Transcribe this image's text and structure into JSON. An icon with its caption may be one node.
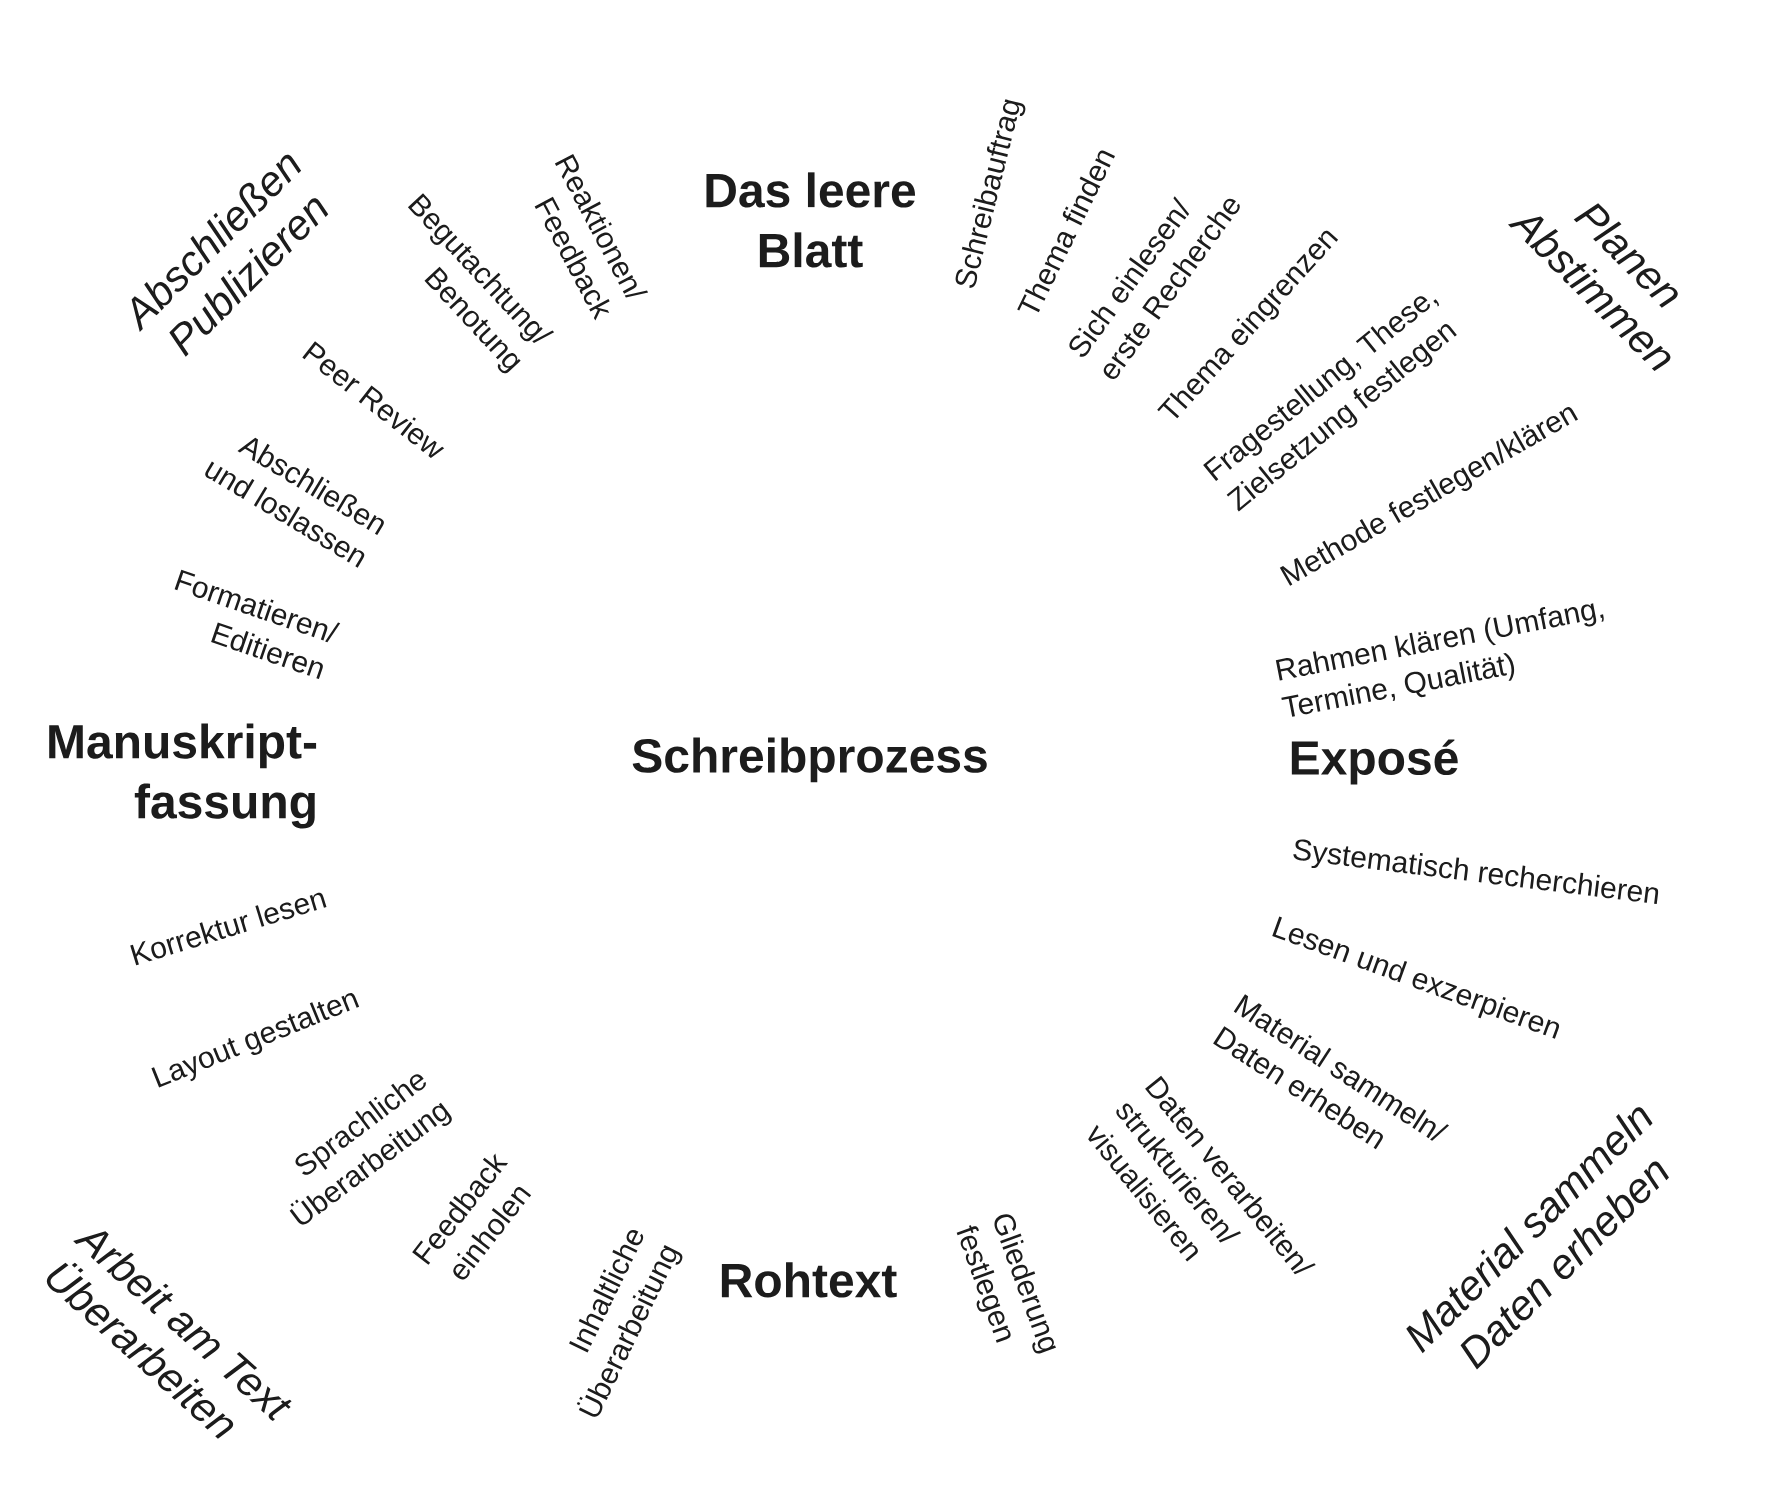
{
  "diagram": {
    "labels": [
      "Schreibprozess",
      "Das leere Blatt",
      "Schreibauftrag",
      "Thema finden",
      "Sich einlesen/ erste Recherche",
      "Thema eingrenzen",
      "Fragestellung, These, Zielsetzung festlegen",
      "Planen Abstimmen",
      "Methode festlegen/klären",
      "Rahmen klären (Umfang, Termine, Qualität)",
      "Exposé",
      "Systematisch recherchieren",
      "Lesen und exzerpieren",
      "Material sammeln/ Daten erheben",
      "Material sammeln Daten erheben",
      "Daten verarbeiten/ strukturieren/ visualisieren",
      "Gliederung festlegen",
      "Rohtext",
      "Inhaltliche Überarbeitung",
      "Feedback einholen",
      "Sprachliche Überarbeitung",
      "Arbeit am Text Überarbeiten",
      "Layout gestalten",
      "Korrektur lesen",
      "Manuskript- fassung",
      "Formatieren/ Editieren",
      "Abschließen und loslassen",
      "Peer Review",
      "Begutachtung/ Benotung",
      "Abschließen Publizieren",
      "Reaktionen/ Feedback"
    ]
  }
}
